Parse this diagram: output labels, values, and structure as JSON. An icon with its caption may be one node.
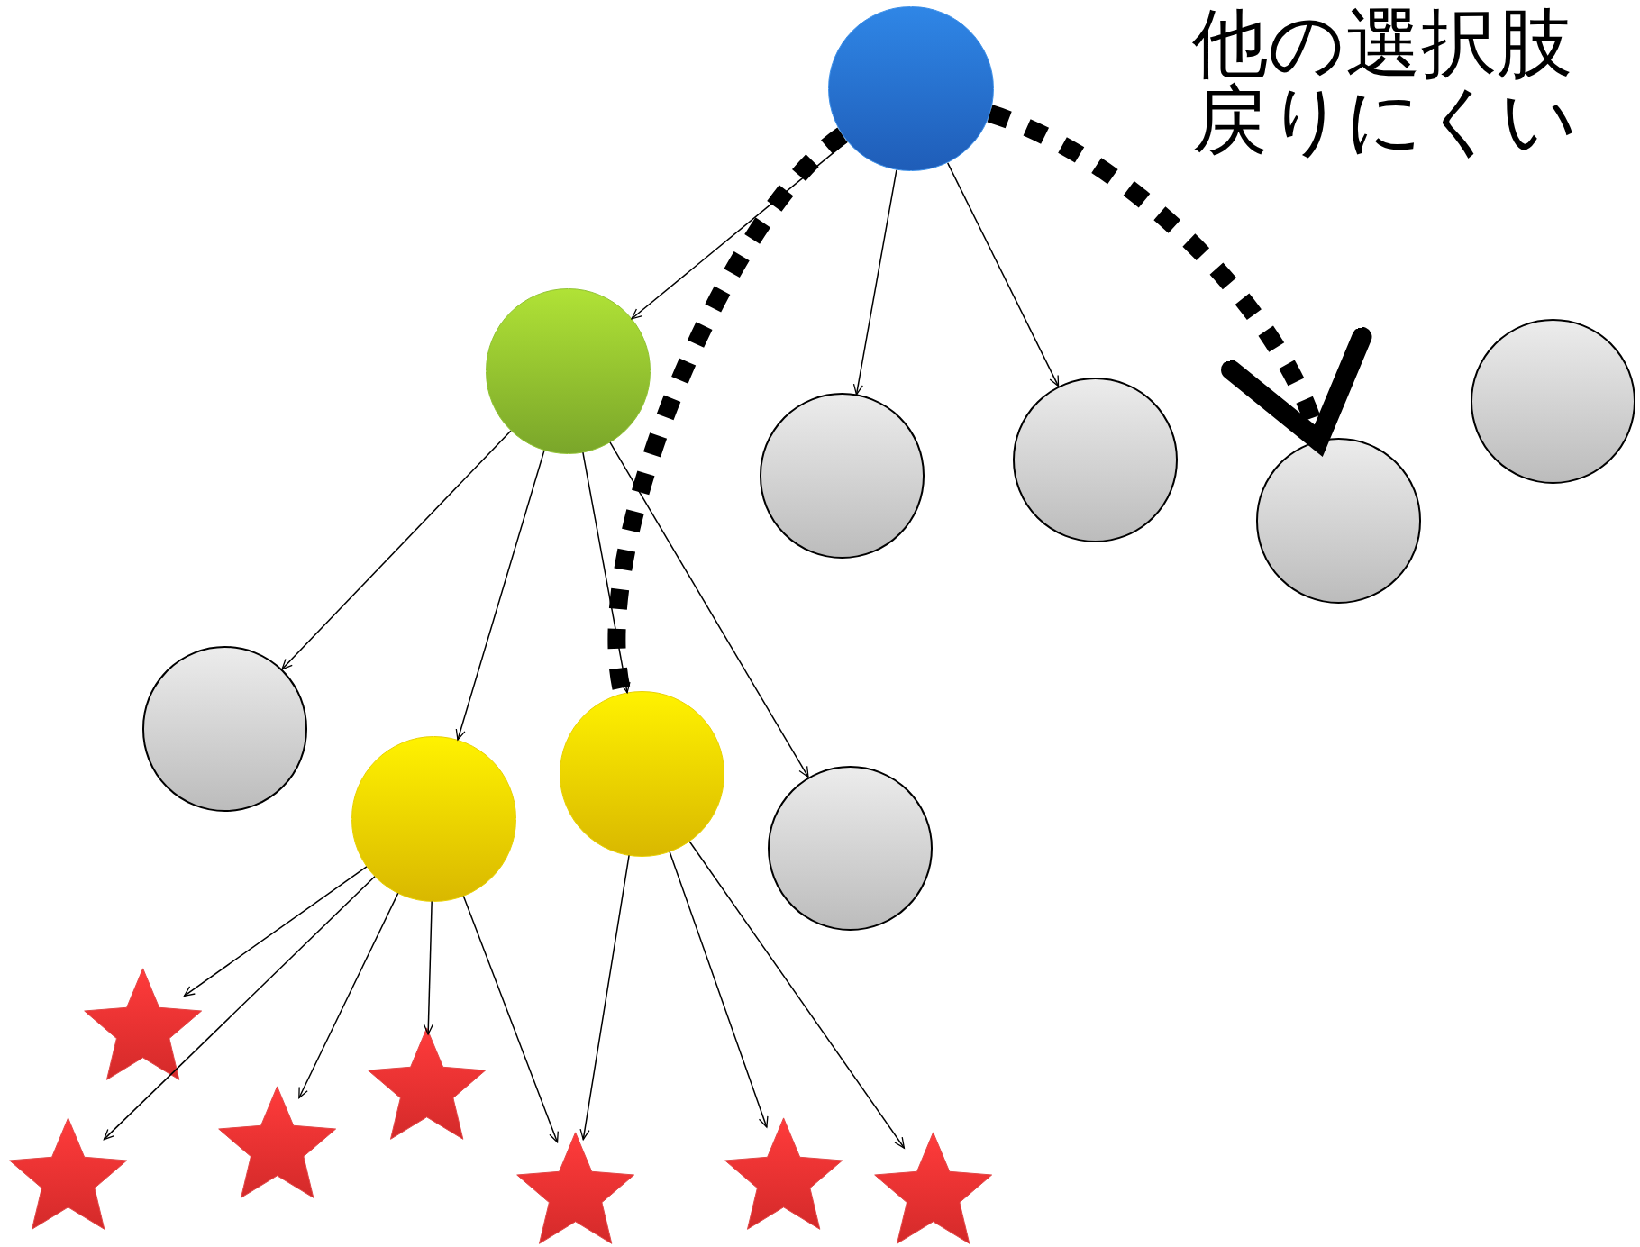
{
  "diagram": {
    "nodes": [
      {
        "text": [],
        "shape": "circle"
      },
      {
        "text": [],
        "shape": "circle"
      },
      {
        "text": [],
        "shape": "circle"
      },
      {
        "text": [],
        "shape": "circle"
      },
      {
        "text": [],
        "shape": "circle"
      },
      {
        "text": [],
        "shape": "circle"
      },
      {
        "text": [],
        "shape": "circle"
      },
      {
        "text": [],
        "shape": "circle"
      },
      {
        "text": [],
        "shape": "circle"
      },
      {
        "text": [],
        "shape": "circle"
      },
      {
        "text": [],
        "shape": "star"
      },
      {
        "text": [],
        "shape": "star"
      },
      {
        "text": [],
        "shape": "star"
      },
      {
        "text": [],
        "shape": "star"
      },
      {
        "text": [],
        "shape": "star"
      },
      {
        "text": [],
        "shape": "star"
      },
      {
        "text": [],
        "shape": "star"
      }
    ],
    "edges": [
      {
        "from": 0,
        "to": 1,
        "arrow": "to"
      },
      {
        "from": 0,
        "to": 2,
        "arrow": "to"
      },
      {
        "from": 0,
        "to": 3,
        "arrow": "to"
      },
      {
        "from": 1,
        "to": 6,
        "arrow": "to"
      },
      {
        "from": 1,
        "to": 7,
        "arrow": "to"
      },
      {
        "from": 1,
        "to": 8,
        "arrow": "to"
      },
      {
        "from": 1,
        "to": 9,
        "arrow": "to"
      },
      {
        "from": 7,
        "to": 10,
        "arrow": "to"
      },
      {
        "from": 7,
        "to": 11,
        "arrow": "to"
      },
      {
        "from": 7,
        "to": 12,
        "arrow": "to"
      },
      {
        "from": 7,
        "to": 13,
        "arrow": "to"
      },
      {
        "from": 7,
        "to": 14,
        "arrow": "to"
      },
      {
        "from": 8,
        "to": 14,
        "arrow": "to"
      },
      {
        "from": 8,
        "to": 15,
        "arrow": "to"
      },
      {
        "from": 8,
        "to": 16,
        "arrow": "to"
      },
      {
        "from": 0,
        "to": 8,
        "arrow": "none",
        "style": "dashed"
      },
      {
        "from": 0,
        "to": 4,
        "arrow": "to",
        "style": "dashed"
      }
    ],
    "labels": [
      "他の選択肢",
      "戻りにくい"
    ]
  }
}
